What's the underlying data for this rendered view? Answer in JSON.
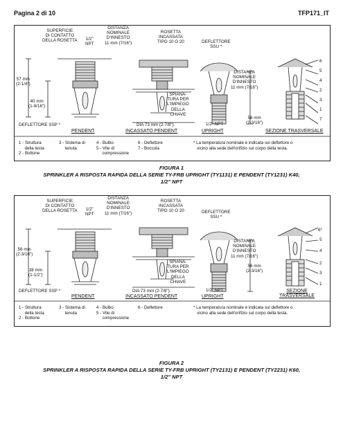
{
  "header": {
    "page": "Pagina 2 di 10",
    "doc": "TFP171_IT"
  },
  "figures": [
    {
      "labels": {
        "surface": "SUPERFICIE\nDI CONTATTO\nDELLA ROSETTA",
        "npt_top": "1/2\"\nNPT",
        "distance_left": "DISTANZA\nNOMINALE\nD'INNESTO\n11 mm (7/16\")",
        "rosette": "ROSETTA\nINCASSATA\nTIPO 10 O 20",
        "deflector": "DEFLETTORE\nSSU *",
        "dim57": "57 mm\n(2-1/4\")",
        "dim40": "40 mm\n(1-9/16\")",
        "wrench": "SPIANA-\nTURA PER\nL'IMPIEGO\nDELLA\nCHIAVE",
        "distance_right": "DISTANZA\nNOMINALE\nD'INNESTO\n11 mm (7/16\")",
        "dim56": "56 mm\n(2-3/16\")",
        "deflector_ssp": "DEFLETTORE SSP *",
        "dia": "DIA 73 mm (2-7/8\").",
        "npt_bottom": "1/2\" NPT",
        "pendent": "PENDENT",
        "recessed": "INCASSATO PENDENT",
        "upright": "UPRIGHT",
        "section": "SEZIONE TRASVERSALE"
      },
      "callouts": [
        "6",
        "5",
        "4",
        "2",
        "3",
        "1",
        "7"
      ],
      "legend": [
        "1 - Struttura\n     della testa\n2 - Bottone",
        "3 - Sistema di\n     tenuta",
        "4 - Bulbo\n5 - Vite di\n     compressione",
        "6 - Deflettore\n7 - Boccola",
        "* La temperatura nominale è indicata sul deflettore o\n   vicino alla sede dell'orifizio sul corpo della testa."
      ],
      "caption_title": "FIGURA 1",
      "caption_text": "SPRINKLER A RISPOSTA RAPIDA DELLA SERIE TY-FRB UPRIGHT (TY1131) E PENDENT (TY1231) K40,\n1/2\" NPT"
    },
    {
      "labels": {
        "surface": "SUPERFICIE\nDI CONTATTO\nDELLA ROSETTA",
        "npt_top": "1/2\"\nNPT",
        "distance_left": "DISTANZA\nNOMINALE\nD'INNESTO\n11 mm (7/16\")",
        "rosette": "ROSETTA\nINCASSATA\nTIPO 10 O 20",
        "deflector": "DEFLETTORE\nSSU *",
        "dim57": "56 mm\n(2-3/16\")",
        "dim40": "38 mm\n(1-1/2\")",
        "wrench": "SPIANA-\nTURA PER\nL'IMPIEGO\nDELLA\nCHIAVE",
        "distance_right": "DISTANZA\nNOMINALE\nD'INNESTO\n11 mm (7/16\")",
        "dim56": "56 mm\n(2-3/16\")",
        "deflector_ssp": "DEFLETTORE SSP *",
        "dia": "DIA 73 mm (2-7/8\").",
        "npt_bottom": "1/2\" NPT",
        "pendent": "PENDENT",
        "recessed": "INCASSATO PENDENT",
        "upright": "UPRIGHT",
        "section": "SEZIONE\nTRASVERSALE"
      },
      "callouts": [
        "6*",
        "5",
        "4",
        "2",
        "3",
        "1"
      ],
      "legend": [
        "1 - Struttura\n     della testa\n2 - Bottone",
        "3 - Sistema di\n     tenuta",
        "4 - Bulbo\n5 - Vite di\n     compressione",
        "6 - Deflettore",
        "* La temperatura nominale è indicata sul deflettore o\n   vicino alla sede dell'orifizio sul corpo della testa."
      ],
      "caption_title": "FIGURA 2",
      "caption_text": "SPRINKLER A RISPOSTA RAPIDA DELLA SERIE TY-FRB UPRIGHT (TY2131) E PENDENT (TY2231) K60,\n1/2\" NPT"
    }
  ]
}
